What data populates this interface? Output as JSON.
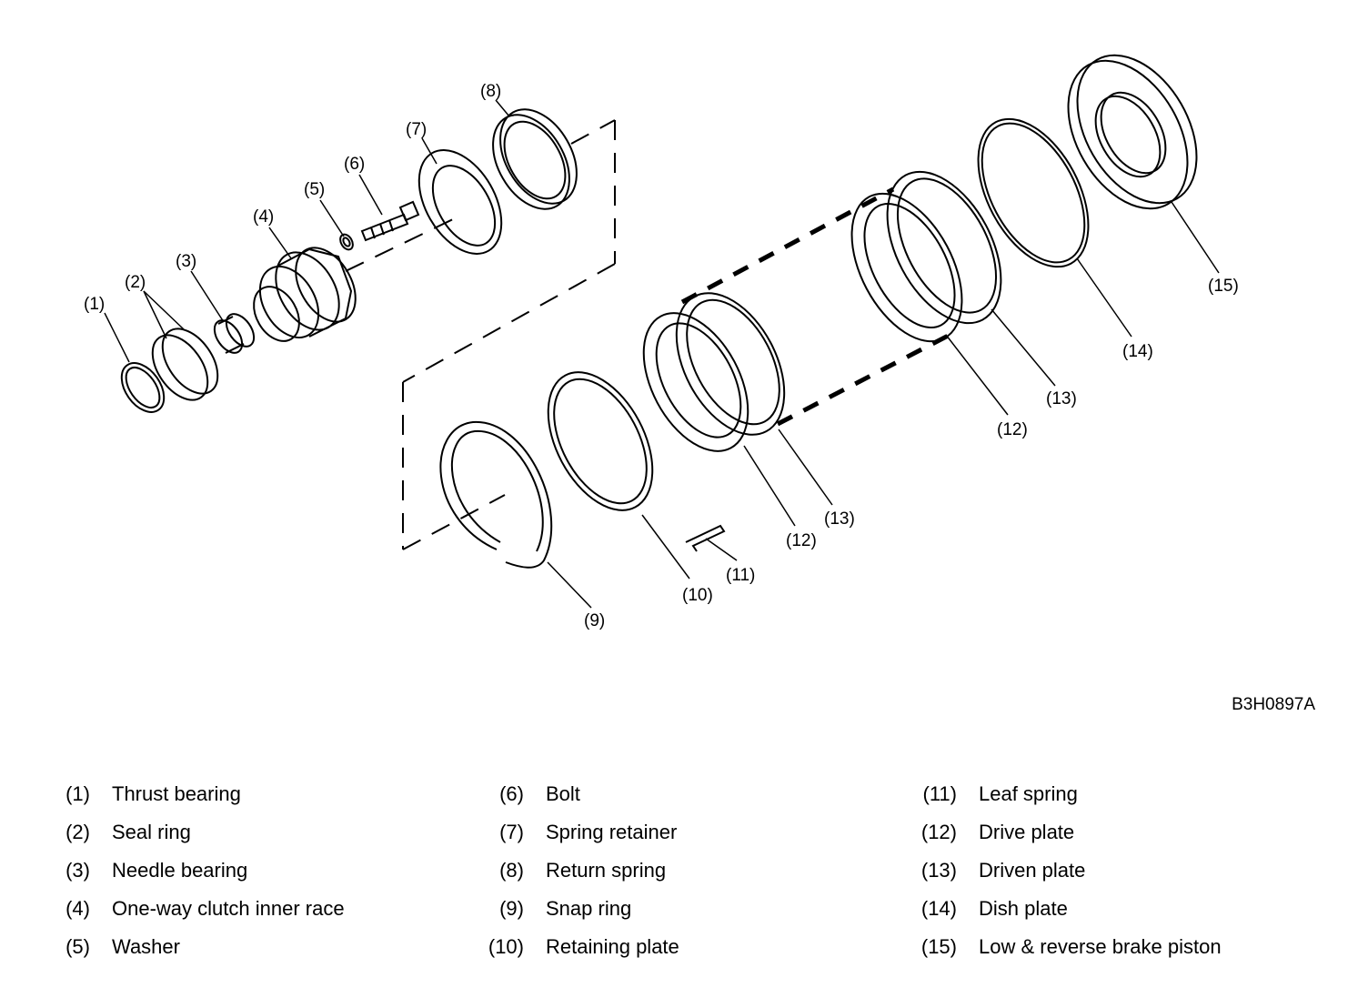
{
  "figure_code": "B3H0897A",
  "callouts": [
    "(1)",
    "(2)",
    "(3)",
    "(4)",
    "(5)",
    "(6)",
    "(7)",
    "(8)",
    "(9)",
    "(10)",
    "(11)",
    "(12)",
    "(13)",
    "(14)",
    "(15)",
    "(12)",
    "(13)"
  ],
  "legend": [
    {
      "num": "(1)",
      "label": "Thrust bearing"
    },
    {
      "num": "(2)",
      "label": "Seal ring"
    },
    {
      "num": "(3)",
      "label": "Needle bearing"
    },
    {
      "num": "(4)",
      "label": "One-way clutch inner race"
    },
    {
      "num": "(5)",
      "label": "Washer"
    },
    {
      "num": "(6)",
      "label": "Bolt"
    },
    {
      "num": "(7)",
      "label": "Spring retainer"
    },
    {
      "num": "(8)",
      "label": "Return spring"
    },
    {
      "num": "(9)",
      "label": "Snap ring"
    },
    {
      "num": "(10)",
      "label": "Retaining plate"
    },
    {
      "num": "(11)",
      "label": "Leaf spring"
    },
    {
      "num": "(12)",
      "label": "Drive plate"
    },
    {
      "num": "(13)",
      "label": "Driven plate"
    },
    {
      "num": "(14)",
      "label": "Dish plate"
    },
    {
      "num": "(15)",
      "label": "Low & reverse brake piston"
    }
  ]
}
